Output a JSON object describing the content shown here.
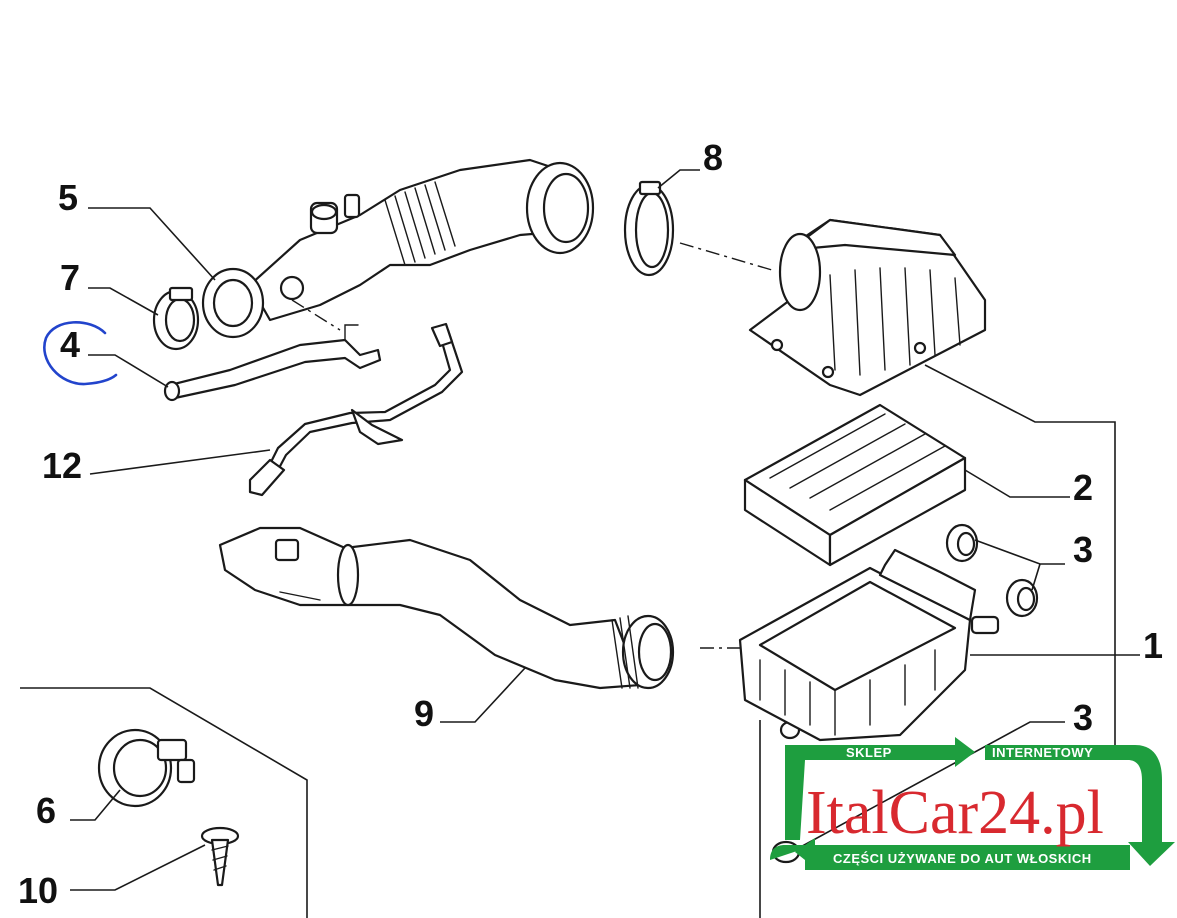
{
  "callouts": {
    "c1": "1",
    "c2": "2",
    "c3a": "3",
    "c3b": "3",
    "c4": "4",
    "c5": "5",
    "c6": "6",
    "c7": "7",
    "c8": "8",
    "c9": "9",
    "c10": "10",
    "c12": "12"
  },
  "watermark": {
    "top_left": "SKLEP",
    "top_right": "INTERNETOWY",
    "brand": "ItalCar24.pl",
    "bottom": "CZĘŚCI UŻYWANE DO AUT WŁOSKICH",
    "colors": {
      "green": "#1e9e3f",
      "red": "#d8292f"
    }
  },
  "colors": {
    "line": "#1a1a1a",
    "annotation": "#2244cc"
  }
}
